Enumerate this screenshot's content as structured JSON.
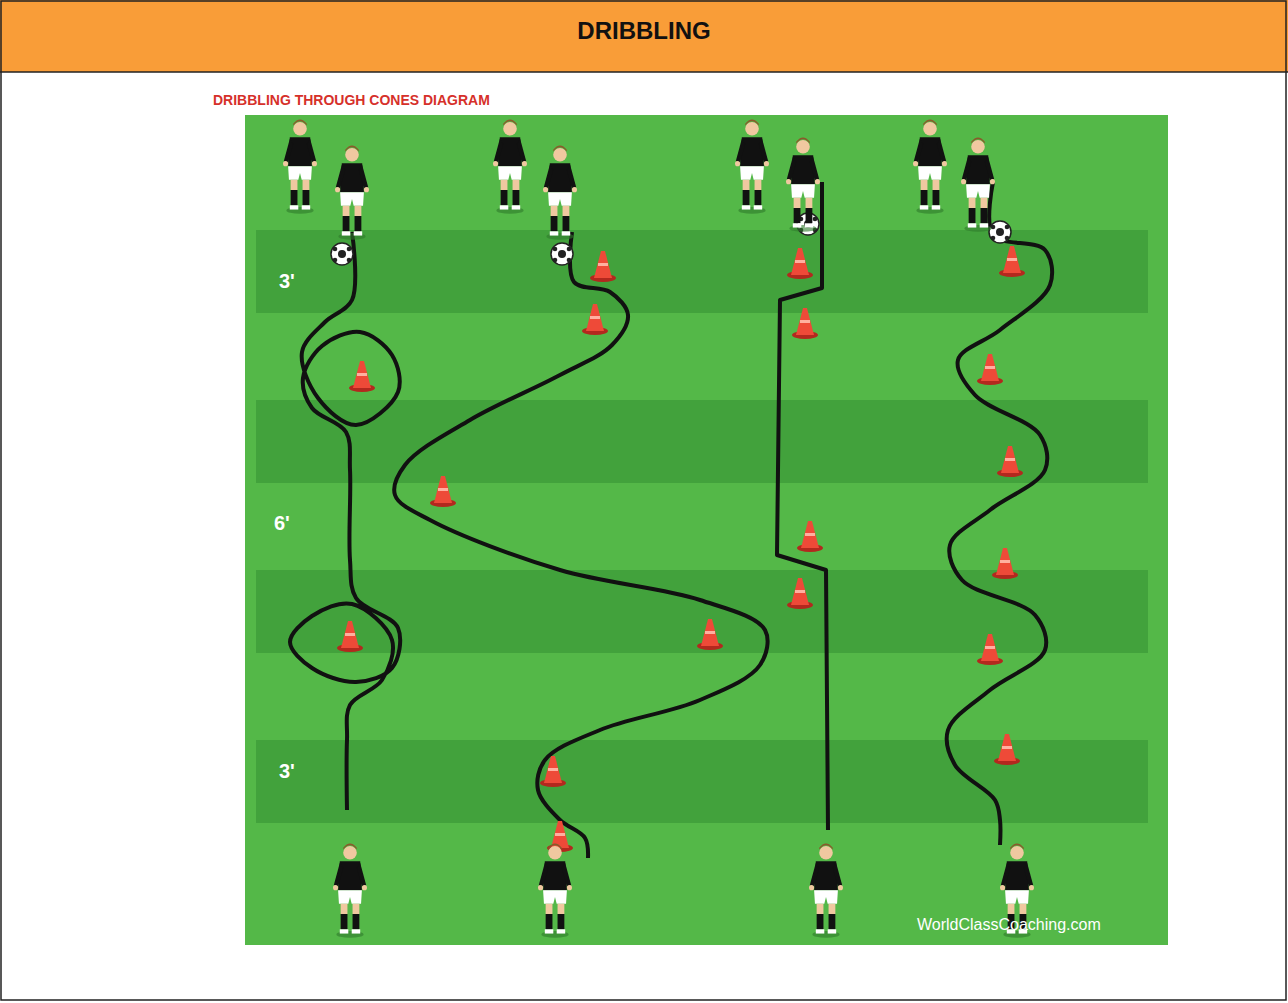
{
  "diagram": {
    "title": "DRIBBLING",
    "labels": [
      "DRIBBLING THROUGH CONES DIAGRAM",
      "3'",
      "6'",
      "3'",
      "WorldClassCoaching.com"
    ]
  }
}
